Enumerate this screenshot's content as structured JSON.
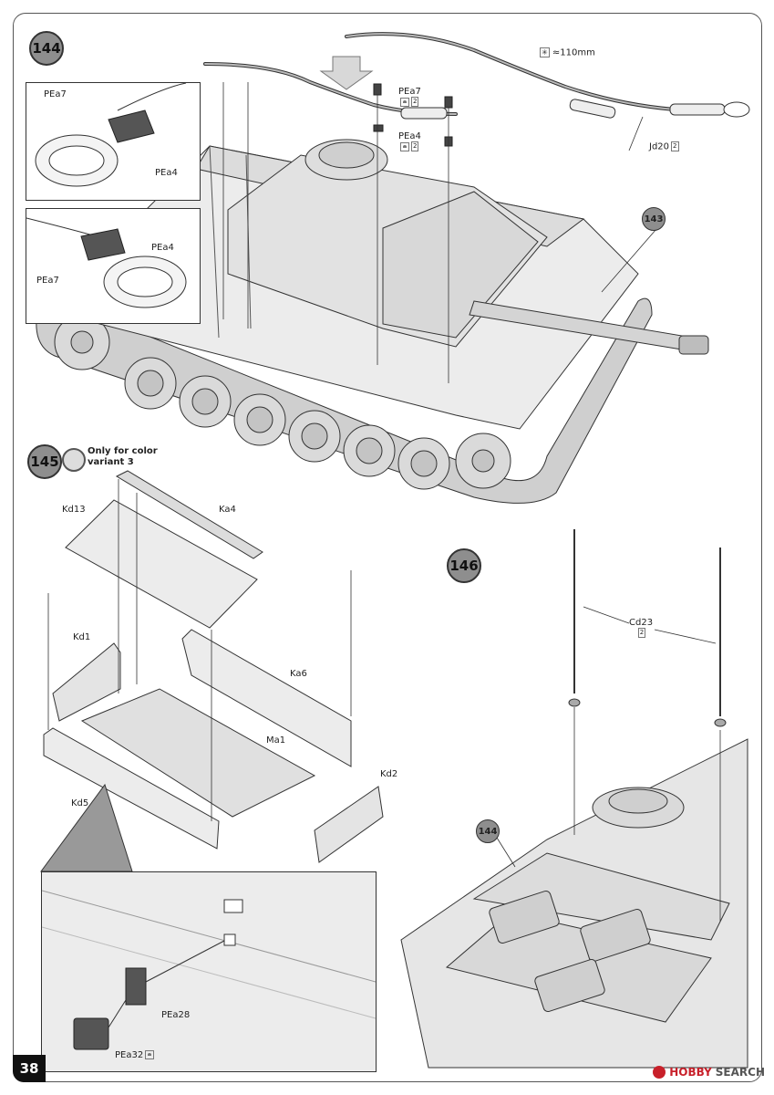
{
  "steps": {
    "s144": "144",
    "s145": "145",
    "s146": "146",
    "ref143": "143",
    "ref144": "144"
  },
  "color_note": {
    "line1": "Only for color",
    "line2": "variant 3"
  },
  "labels": {
    "pea7_a": "PEa7",
    "pea4_a": "PEa4",
    "pea4_b": "PEa4",
    "pea7_b": "PEa7",
    "pea7_main": "PEa7",
    "pea4_main": "PEa4",
    "cable_length": "≈110mm",
    "jd20": "Jd20",
    "kd13": "Kd13",
    "ka4": "Ka4",
    "kd1": "Kd1",
    "ka6": "Ka6",
    "ma1": "Ma1",
    "kd2": "Kd2",
    "kd5": "Kd5",
    "cd23": "Cd23",
    "pea28": "PEa28",
    "pea32": "PEa32"
  },
  "quantities": {
    "x2": "2"
  },
  "page_number": "38",
  "watermark": {
    "brand": "HOBBY",
    "search": "SEARCH"
  },
  "colors": {
    "badge": "#8e8e8e",
    "hull": "#e6e6e6",
    "outline": "#333333",
    "watermark": "#c8202a"
  }
}
